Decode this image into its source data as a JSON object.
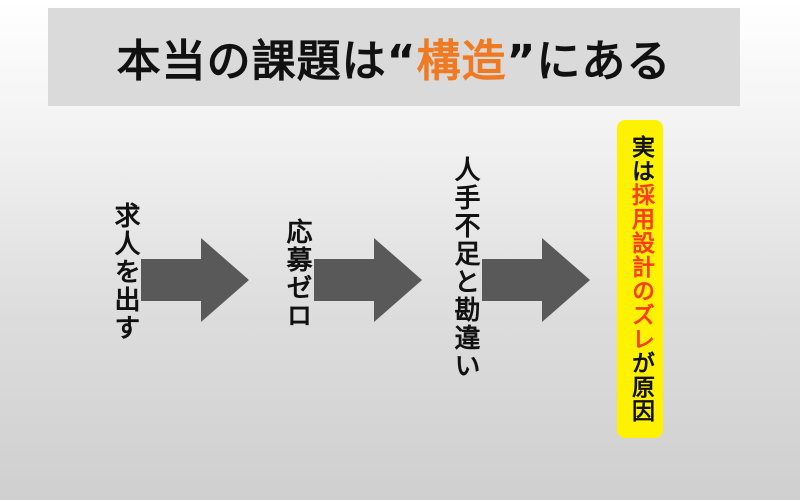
{
  "title": {
    "prefix": "本当の課題は“",
    "accent": "構造",
    "suffix": "”にある",
    "accent_color": "#f07a22"
  },
  "flow": {
    "steps": [
      {
        "label": "求人を出す"
      },
      {
        "label": "応募ゼロ"
      },
      {
        "label": "人手不足と勘違い"
      },
      {
        "prefix": "実は",
        "highlight": "採用設計のズレ",
        "suffix": "が原因",
        "background_color": "#fff200",
        "highlight_color": "#ff3b1f"
      }
    ],
    "arrow_color": "#595959"
  }
}
